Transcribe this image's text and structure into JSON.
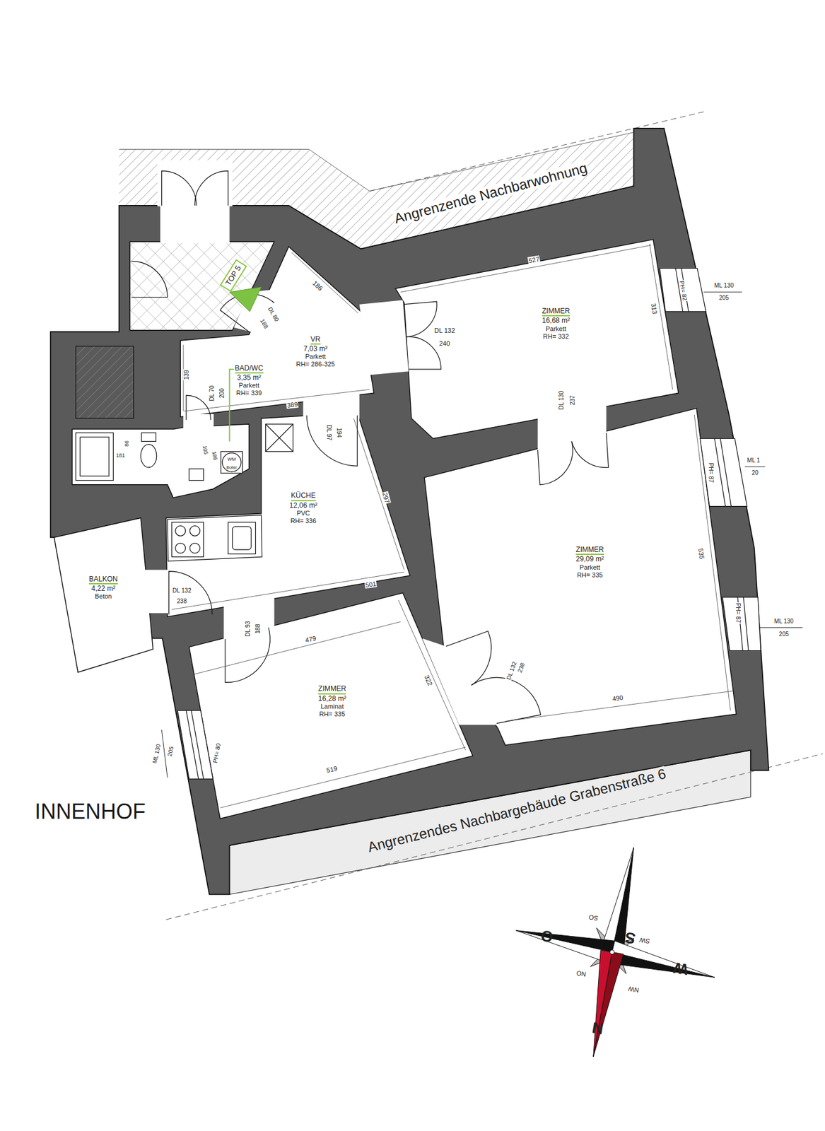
{
  "diagram": {
    "nodes": [
      {
        "text": [
          "TOP 5"
        ]
      },
      {
        "text": [
          "VR",
          "7,03 m²",
          "Parkett",
          "RH= 286-325"
        ]
      },
      {
        "text": [
          "ZIMMER",
          "16,68 m²",
          "Parkett",
          "RH= 332"
        ]
      },
      {
        "text": [
          "BAD/WC",
          "3,35 m²",
          "Parkett",
          "RH= 339"
        ]
      },
      {
        "text": [
          "KÜCHE",
          "12,06 m²",
          "PVC",
          "RH= 336"
        ]
      },
      {
        "text": [
          "ZIMMER",
          "29,09 m²",
          "Parkett",
          "RH= 335"
        ]
      },
      {
        "text": [
          "BALKON",
          "4,22 m²",
          "Beton"
        ]
      },
      {
        "text": [
          "ZIMMER",
          "16,28 m²",
          "Laminat",
          "RH= 335"
        ]
      }
    ],
    "labels": [
      "Angrenzende Nachbarwohnung",
      "186",
      "DL 80",
      "188",
      "527",
      "313",
      "PH= 82",
      "ML 130",
      "205",
      "DL 132",
      "240",
      "139",
      "DL 70",
      "200",
      "389",
      "DL 97",
      "194",
      "DL 130",
      "237",
      "86",
      "181",
      "105",
      "186",
      "WM",
      "Boiler",
      "297",
      "PH= 87",
      "ML 1",
      "20",
      "535",
      "DL 132",
      "238",
      "501",
      "479",
      "DL 93",
      "188",
      "322",
      "DL 132",
      "238",
      "490",
      "PH= 87",
      "ML 130",
      "205",
      "ML 130",
      "205",
      "PH= 80",
      "519",
      "INNENHOF",
      "Angrenzendes Nachbargebäude Grabenstraße 6",
      "S",
      "O",
      "W",
      "N",
      "SO",
      "SW",
      "NO",
      "NW"
    ]
  }
}
